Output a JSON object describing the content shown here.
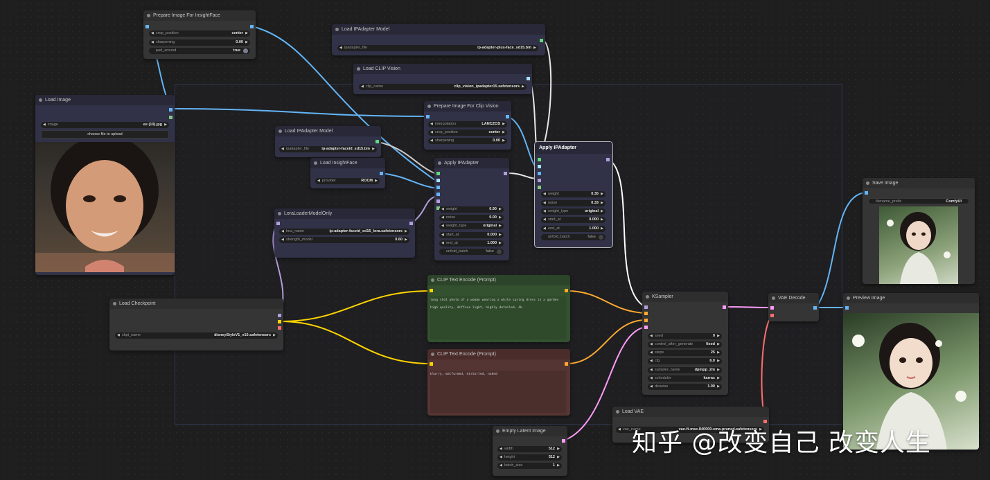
{
  "nodes": {
    "prep_insight": {
      "title": "Prepare Image For InsightFace",
      "widgets": [
        {
          "label": "crop_position",
          "value": "center"
        },
        {
          "label": "sharpening",
          "value": "0.00"
        },
        {
          "label": "pad_around",
          "value": "true"
        }
      ]
    },
    "load_ipa_model_top": {
      "title": "Load IPAdapter Model",
      "widgets": [
        {
          "label": "ipadapter_file",
          "value": "ip-adapter-plus-face_sd15.bin"
        }
      ]
    },
    "load_clip_vision": {
      "title": "Load CLIP Vision",
      "widgets": [
        {
          "label": "clip_name",
          "value": "clip_vision_ipadapter15.safetensors"
        }
      ]
    },
    "load_image": {
      "title": "Load Image",
      "widgets": [
        {
          "label": "image",
          "value": "ee (10).jpg"
        }
      ],
      "button": "choose file to upload"
    },
    "prep_clip": {
      "title": "Prepare Image For Clip Vision",
      "widgets": [
        {
          "label": "interpolation",
          "value": "LANCZOS"
        },
        {
          "label": "crop_position",
          "value": "center"
        },
        {
          "label": "sharpening",
          "value": "0.00"
        }
      ]
    },
    "load_ipa_model_mid": {
      "title": "Load IPAdapter Model",
      "widgets": [
        {
          "label": "ipadapter_file",
          "value": "ip-adapter-faceid_sd15.bin"
        }
      ]
    },
    "load_insight": {
      "title": "Load InsightFace",
      "widgets": [
        {
          "label": "provider",
          "value": "ROCM"
        }
      ]
    },
    "apply_ipa_1": {
      "title": "Apply IPAdapter",
      "widgets": [
        {
          "label": "weight",
          "value": "0.90"
        },
        {
          "label": "noise",
          "value": "0.00"
        },
        {
          "label": "weight_type",
          "value": "original"
        },
        {
          "label": "start_at",
          "value": "0.000"
        },
        {
          "label": "end_at",
          "value": "1.000"
        },
        {
          "label": "unfold_batch",
          "value": "false"
        }
      ]
    },
    "apply_ipa_2": {
      "title": "Apply IPAdapter",
      "widgets": [
        {
          "label": "weight",
          "value": "0.35"
        },
        {
          "label": "noise",
          "value": "0.33"
        },
        {
          "label": "weight_type",
          "value": "original"
        },
        {
          "label": "start_at",
          "value": "0.000"
        },
        {
          "label": "end_at",
          "value": "1.000"
        },
        {
          "label": "unfold_batch",
          "value": "false"
        }
      ]
    },
    "lora": {
      "title": "LoraLoaderModelOnly",
      "widgets": [
        {
          "label": "lora_name",
          "value": "ip-adapter-faceid_sd15_lora.safetensors"
        },
        {
          "label": "strength_model",
          "value": "0.60"
        }
      ]
    },
    "load_checkpoint": {
      "title": "Load Checkpoint",
      "widgets": [
        {
          "label": "ckpt_name",
          "value": "disneyStyleV1_v10.safetensors"
        }
      ]
    },
    "clip_pos": {
      "title": "CLIP Text Encode (Prompt)",
      "text": "long shot photo of a woman wearing a white spring dress in a garden\nhigh quality, diffuse light, highly detailed, 4k"
    },
    "clip_neg": {
      "title": "CLIP Text Encode (Prompt)",
      "text": "blurry, malformed, distorted, naked"
    },
    "ksampler": {
      "title": "KSampler",
      "widgets": [
        {
          "label": "seed",
          "value": "0"
        },
        {
          "label": "control_after_generate",
          "value": "fixed"
        },
        {
          "label": "steps",
          "value": "25"
        },
        {
          "label": "cfg",
          "value": "6.0"
        },
        {
          "label": "sampler_name",
          "value": "dpmpp_2m"
        },
        {
          "label": "scheduler",
          "value": "karras"
        },
        {
          "label": "denoise",
          "value": "1.00"
        }
      ]
    },
    "vae_decode": {
      "title": "VAE Decode"
    },
    "save_image": {
      "title": "Save Image",
      "widgets": [
        {
          "label": "filename_prefix",
          "value": "ComfyUI"
        }
      ]
    },
    "preview_image": {
      "title": "Preview Image"
    },
    "load_vae": {
      "title": "Load VAE",
      "widgets": [
        {
          "label": "vae_name",
          "value": "vae-ft-mse-840000-ema-pruned.safetensors"
        }
      ]
    },
    "empty_latent": {
      "title": "Empty Latent Image",
      "widgets": [
        {
          "label": "width",
          "value": "512"
        },
        {
          "label": "height",
          "value": "512"
        },
        {
          "label": "batch_size",
          "value": "1"
        }
      ]
    }
  },
  "watermark": "知乎 @改变自己 改变人生",
  "colors": {
    "model": "#b39ddb",
    "clip": "#ffd500",
    "vae": "#ff6e6e",
    "image": "#64b5f6",
    "latent": "#ff9cf9",
    "conditioning": "#ffa931",
    "ipadapter": "#ffffff"
  }
}
